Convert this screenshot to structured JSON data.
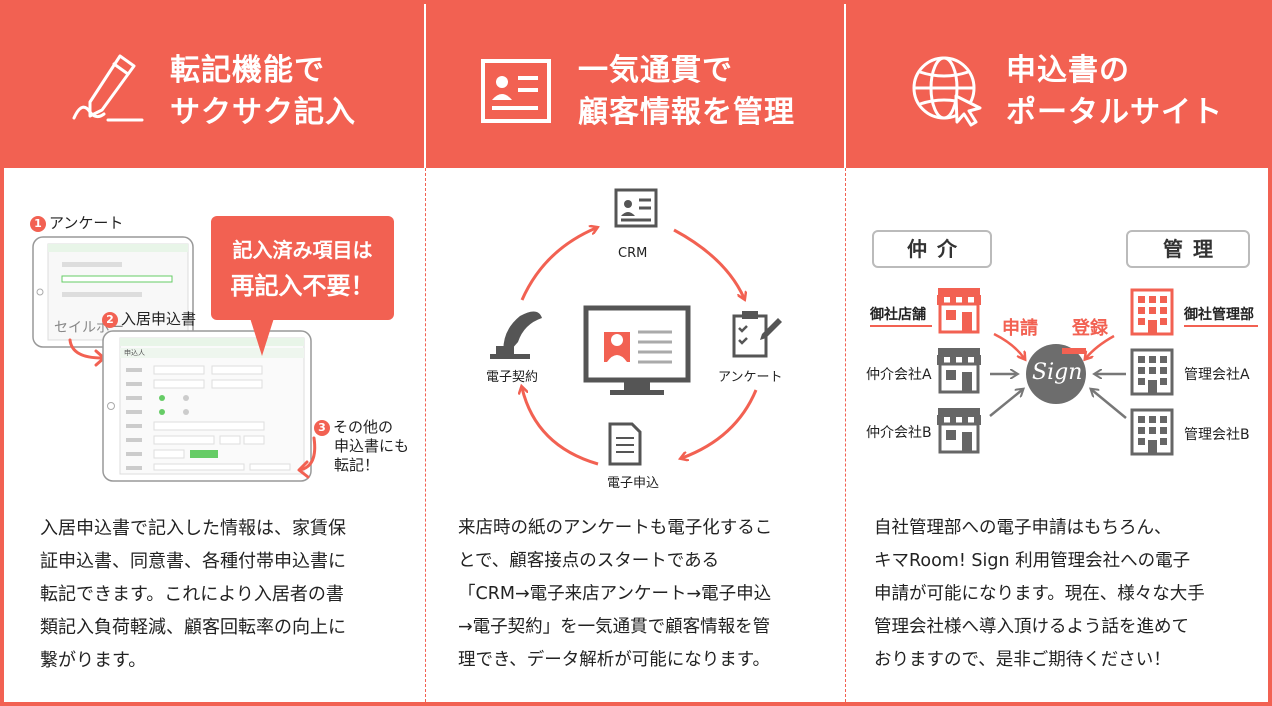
{
  "panel1": {
    "title_line1": "転記機能で",
    "title_line2": "サクサク記入",
    "step1": "1",
    "label1": "アンケート",
    "step2": "2",
    "label2": "入居申込書",
    "step3": "3",
    "label3_line1": "その他の",
    "label3_line2": "申込書にも",
    "label3_line3": "転記！",
    "callout_line1": "記入済み項目は",
    "callout_line2": "再記入不要！",
    "form_heading": "申込人",
    "desc": [
      "入居申込書で記入した情報は、家賃保",
      "証申込書、同意書、各種付帯申込書に",
      "転記できます。これにより入居者の書",
      "類記入負荷軽減、顧客回転率の向上に",
      "繋がります。"
    ]
  },
  "panel2": {
    "title_line1": "一気通貫で",
    "title_line2": "顧客情報を管理",
    "crm_label": "CRM",
    "survey_label": "アンケート",
    "eapp_label": "電子申込",
    "econtract_label": "電子契約",
    "desc": [
      "来店時の紙のアンケートも電子化するこ",
      "とで、顧客接点のスタートである",
      "「CRM→電子来店アンケート→電子申込",
      "→電子契約」を一気通貫で顧客情報を管",
      "理でき、データ解析が可能になります。"
    ]
  },
  "panel3": {
    "title_line1": "申込書の",
    "title_line2": "ポータルサイト",
    "broker_tag": "仲介",
    "manage_tag": "管理",
    "our_shop": "御社店舗",
    "broker_a": "仲介会社A",
    "broker_b": "仲介会社B",
    "our_mgmt": "御社管理部",
    "mgmt_a": "管理会社A",
    "mgmt_b": "管理会社B",
    "apply_label": "申請",
    "register_label": "登録",
    "sign_text": "Sign",
    "desc": [
      "自社管理部への電子申請はもちろん、",
      "キマRoom! Sign 利用管理会社への電子",
      "申請が可能になります。現在、様々な大手",
      "管理会社様へ導入頂けるよう話を進めて",
      "おりますので、是非ご期待ください！"
    ]
  },
  "colors": {
    "accent": "#f26152",
    "gray": "#555555"
  }
}
